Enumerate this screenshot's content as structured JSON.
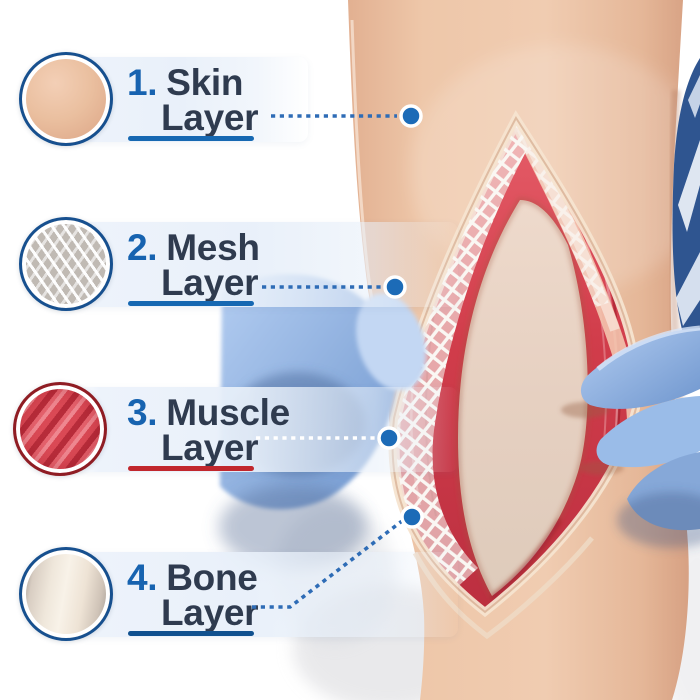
{
  "legend": {
    "number_color": "#1763b0",
    "text_color": "#2f3b4f",
    "rows": [
      {
        "number": "1.",
        "title": "Skin",
        "subtitle": "Layer",
        "swatch_icon": "skin-sample-swatch",
        "underline_color": "#1668b2",
        "leader_color": "#2e6cb6"
      },
      {
        "number": "2.",
        "title": "Mesh",
        "subtitle": "Layer",
        "swatch_icon": "mesh-sample-swatch",
        "underline_color": "#1668b2",
        "leader_color": "#2e6cb6"
      },
      {
        "number": "3.",
        "title": "Muscle",
        "subtitle": "Layer",
        "swatch_icon": "muscle-sample-swatch",
        "underline_color": "#c1272d",
        "leader_color": "#ffffff"
      },
      {
        "number": "4.",
        "title": "Bone",
        "subtitle": "Layer",
        "swatch_icon": "bone-sample-swatch",
        "underline_color": "#11518f",
        "leader_color": "#2e6cb6"
      }
    ]
  },
  "illustration": {
    "subject": "Silicone arm training model with layered incision held open by blue nitrile gloved hands",
    "marker_dot_color": "#1c6bb7",
    "palette": {
      "flesh": "#eec8ab",
      "muscle_red": "#d13d4b",
      "mesh_white": "#f4efe9",
      "bone_pale": "#e6d0c1",
      "glove_blue": "#a9c6ee",
      "glove_dark_blue": "#2f5590"
    }
  }
}
